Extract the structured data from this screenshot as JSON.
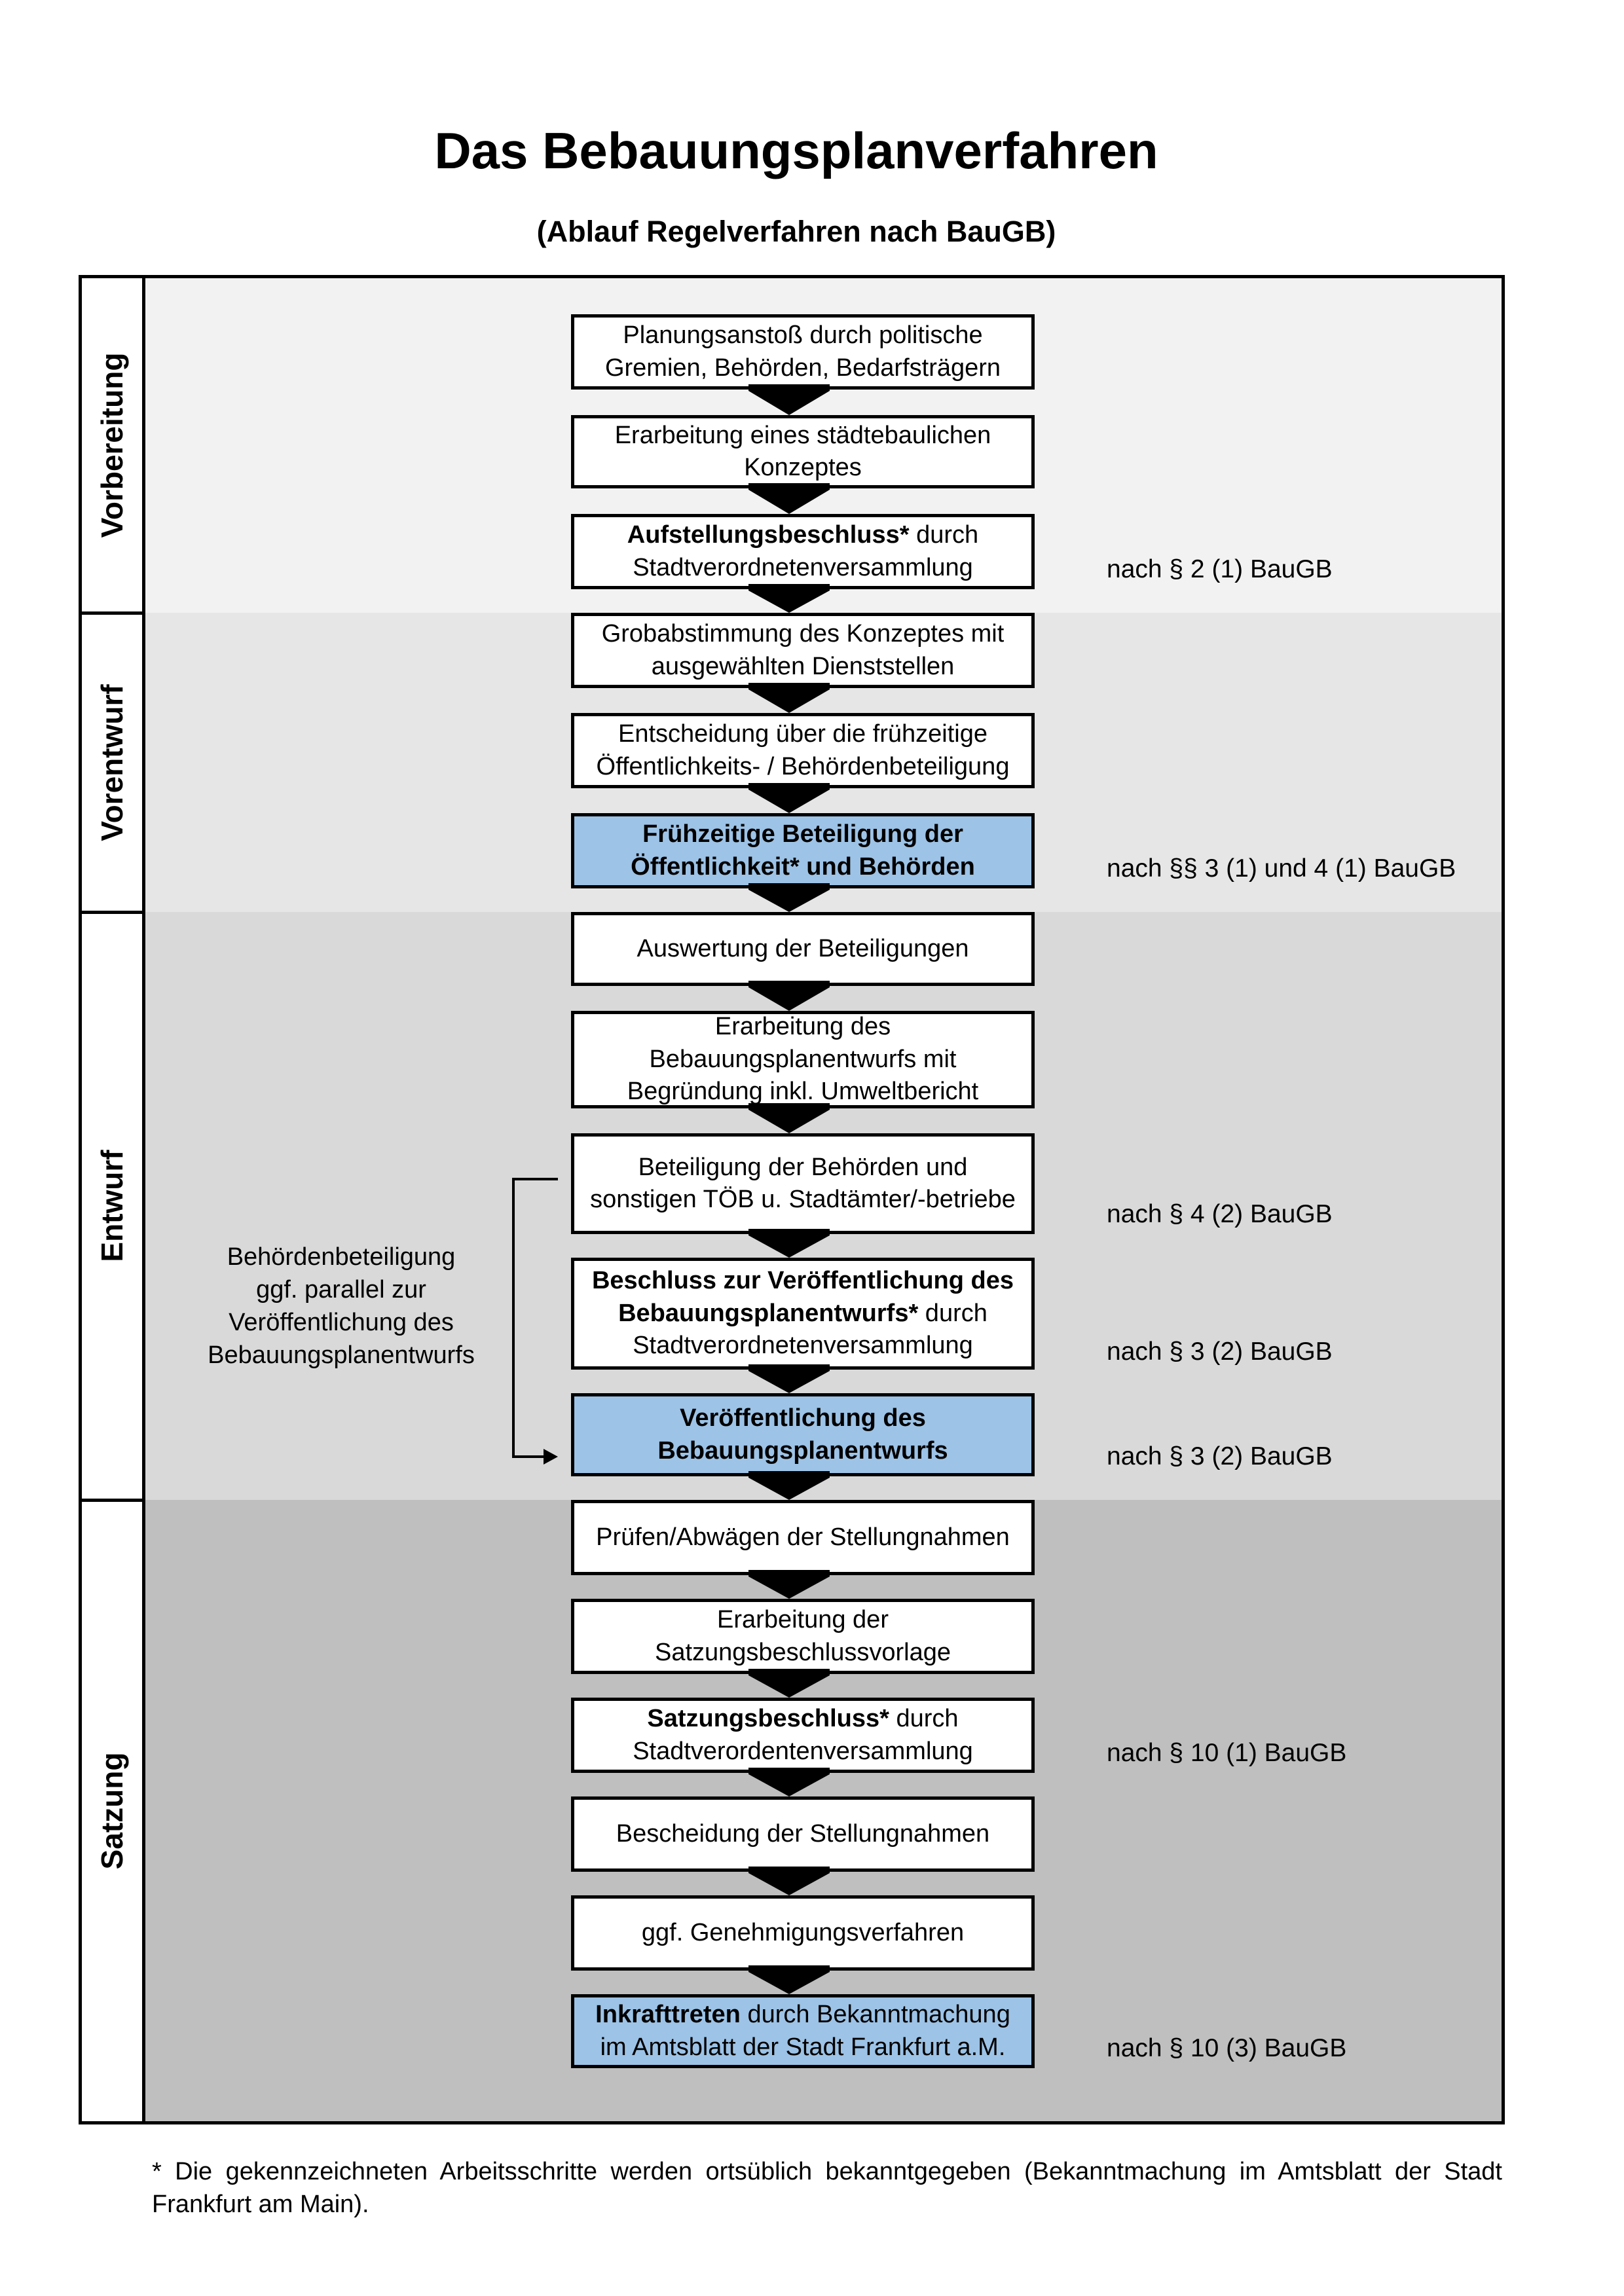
{
  "title": "Das Bebauungsplanverfahren",
  "subtitle": "(Ablauf Regelverfahren nach BauGB)",
  "colors": {
    "vorbereitung": "#f2f2f2",
    "vorentwurf": "#e6e6e6",
    "entwurf": "#d9d9d9",
    "satzung": "#bfbfbf",
    "highlight": "#9dc3e6"
  },
  "phases": [
    {
      "label": "Vorbereitung"
    },
    {
      "label": "Vorentwurf"
    },
    {
      "label": "Entwurf"
    },
    {
      "label": "Satzung"
    }
  ],
  "steps": [
    {
      "parts": [
        {
          "text": "Planungsanstoß durch politische\nGremien, Behörden, Bedarfsträgern",
          "bold": false
        }
      ],
      "highlight": false
    },
    {
      "parts": [
        {
          "text": "Erarbeitung eines städtebaulichen\nKonzeptes",
          "bold": false
        }
      ],
      "highlight": false
    },
    {
      "parts": [
        {
          "text": "Aufstellungsbeschluss*",
          "bold": true
        },
        {
          "text": " durch\nStadtverordnetenversammlung",
          "bold": false
        }
      ],
      "highlight": false
    },
    {
      "parts": [
        {
          "text": "Grobabstimmung des Konzeptes mit\nausgewählten Dienststellen",
          "bold": false
        }
      ],
      "highlight": false
    },
    {
      "parts": [
        {
          "text": "Entscheidung über die frühzeitige\nÖffentlichkeits- / Behördenbeteiligung",
          "bold": false
        }
      ],
      "highlight": false
    },
    {
      "parts": [
        {
          "text": "Frühzeitige Beteiligung der\nÖffentlichkeit* und Behörden",
          "bold": true
        }
      ],
      "highlight": true
    },
    {
      "parts": [
        {
          "text": "Auswertung der Beteiligungen",
          "bold": false
        }
      ],
      "highlight": false
    },
    {
      "parts": [
        {
          "text": "Erarbeitung des\nBebauungsplanentwurfs mit\nBegründung inkl. Umweltbericht",
          "bold": false
        }
      ],
      "highlight": false
    },
    {
      "parts": [
        {
          "text": "Beteiligung der Behörden und\nsonstigen TÖB u. Stadtämter/-betriebe",
          "bold": false
        }
      ],
      "highlight": false
    },
    {
      "parts": [
        {
          "text": "Beschluss zur Veröffentlichung des\nBebauungsplanentwurfs*",
          "bold": true
        },
        {
          "text": " durch\nStadtverordnetenversammlung",
          "bold": false
        }
      ],
      "highlight": false
    },
    {
      "parts": [
        {
          "text": "Veröffentlichung des\nBebauungsplanentwurfs",
          "bold": true
        }
      ],
      "highlight": true
    },
    {
      "parts": [
        {
          "text": "Prüfen/Abwägen der Stellungnahmen",
          "bold": false
        }
      ],
      "highlight": false
    },
    {
      "parts": [
        {
          "text": "Erarbeitung der\nSatzungsbeschlussvorlage",
          "bold": false
        }
      ],
      "highlight": false
    },
    {
      "parts": [
        {
          "text": "Satzungsbeschluss*",
          "bold": true
        },
        {
          "text": " durch\nStadtverordentenversammlung",
          "bold": false
        }
      ],
      "highlight": false
    },
    {
      "parts": [
        {
          "text": "Bescheidung der Stellungnahmen",
          "bold": false
        }
      ],
      "highlight": false
    },
    {
      "parts": [
        {
          "text": "ggf. Genehmigungsverfahren",
          "bold": false
        }
      ],
      "highlight": false
    },
    {
      "parts": [
        {
          "text": "Inkrafttreten",
          "bold": true
        },
        {
          "text": " durch Bekanntmachung\nim Amtsblatt der Stadt Frankfurt a.M.",
          "bold": false
        }
      ],
      "highlight": true
    }
  ],
  "notes": [
    "nach § 2 (1) BauGB",
    "nach §§ 3 (1) und 4 (1) BauGB",
    "nach § 4 (2) BauGB",
    "nach § 3 (2) BauGB",
    "nach § 3 (2) BauGB",
    "nach § 10 (1) BauGB",
    "nach § 10 (3) BauGB"
  ],
  "side_note": "Behördenbeteiligung\nggf. parallel zur\nVeröffentlichung des\nBebauungsplanentwurfs",
  "footnote": "* Die gekennzeichneten Arbeitsschritte werden ortsüblich bekanntgegeben (Bekanntmachung im Amtsblatt  der Stadt Frankfurt am Main)."
}
